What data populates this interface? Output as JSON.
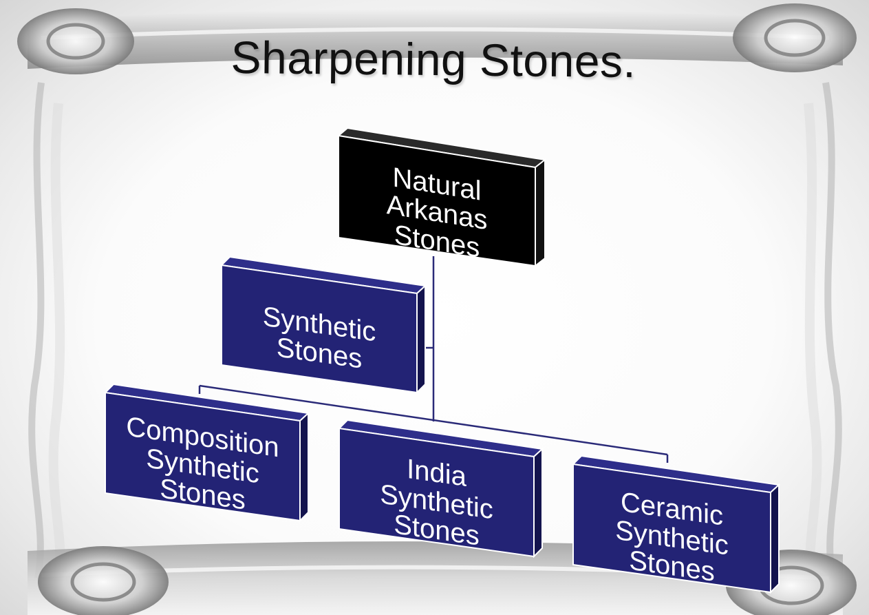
{
  "title": "Sharpening Stones.",
  "colors": {
    "root_fill": "#000000",
    "root_side": "#1a1a1a",
    "node_fill": "#232375",
    "node_side": "#14144e",
    "node_top": "#2e2e8a",
    "connector": "#2a2a78",
    "title": "#111111"
  },
  "diagram": {
    "root": {
      "label": "Natural\nArkanas\nStones"
    },
    "assistant": {
      "label": "Synthetic\nStones"
    },
    "children": [
      {
        "label": "Composition\nSynthetic\nStones"
      },
      {
        "label": "India\nSynthetic\nStones"
      },
      {
        "label": "Ceramic\nSynthetic\nStones"
      }
    ]
  }
}
